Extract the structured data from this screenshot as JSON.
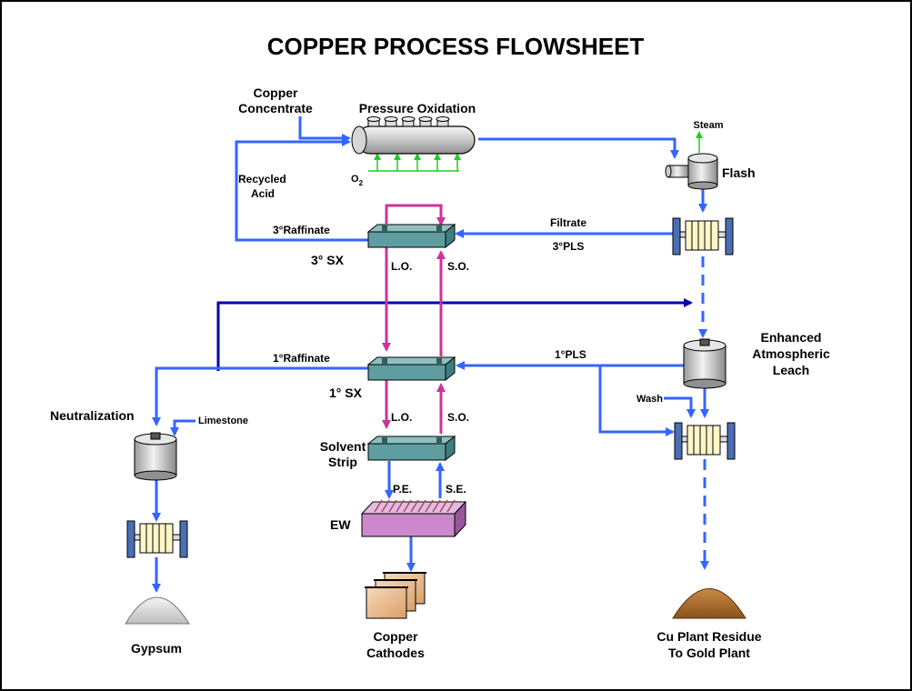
{
  "title": "COPPER PROCESS FLOWSHEET",
  "labels": {
    "copper_concentrate_1": "Copper",
    "copper_concentrate_2": "Concentrate",
    "pressure_oxidation": "Pressure Oxidation",
    "steam": "Steam",
    "flash": "Flash",
    "o2": "O",
    "o2_sub": "2",
    "recycled_acid_1": "Recycled",
    "recycled_acid_2": "Acid",
    "raffinate3": "3°Raffinate",
    "filtrate": "Filtrate",
    "pls3": "3°PLS",
    "sx3": "3° SX",
    "lo": "L.O.",
    "so": "S.O.",
    "enhanced_1": "Enhanced",
    "enhanced_2": "Atmospheric",
    "enhanced_3": "Leach",
    "raffinate1": "1°Raffinate",
    "pls1": "1°PLS",
    "sx1": "1° SX",
    "wash": "Wash",
    "neutralization": "Neutralization",
    "limestone": "Limestone",
    "solvent_strip_1": "Solvent",
    "solvent_strip_2": "Strip",
    "pe": "P.E.",
    "se": "S.E.",
    "ew": "EW",
    "gypsum": "Gypsum",
    "cathodes_1": "Copper",
    "cathodes_2": "Cathodes",
    "residue_1": "Cu Plant Residue",
    "residue_2": "To Gold Plant"
  },
  "colors": {
    "flow_blue": "#3366ff",
    "dark_blue": "#0000aa",
    "organic_magenta": "#cc3399",
    "oxygen_green": "#22cc22",
    "settler_teal": "#5f9ea0",
    "ew_purple": "#cc88cc",
    "gypsum_grey": "#d6d6d6",
    "residue_brown": "#a0642a"
  }
}
